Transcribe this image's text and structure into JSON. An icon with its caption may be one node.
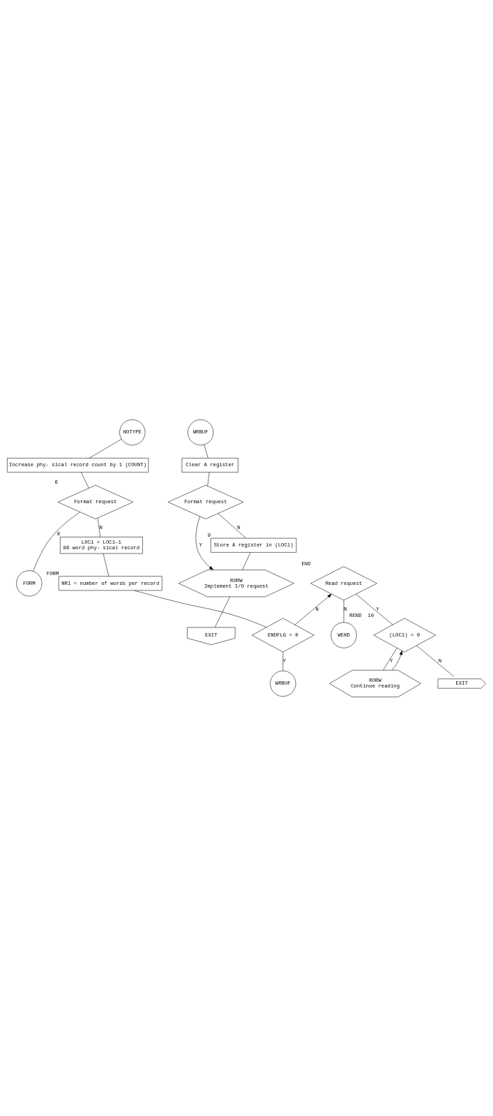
{
  "diagram": {
    "nodes": [
      {
        "text": [
          "NOTYPE"
        ]
      },
      {
        "text": [
          "Increase phy- sical record count by 1 (COUNT)"
        ]
      },
      {
        "text": [
          "Format request"
        ],
        "beside": [
          "6"
        ]
      },
      {
        "text": [
          "FORM"
        ]
      },
      {
        "text": [
          "LOC1 = LOC1-1",
          "86 word phy- sical record"
        ],
        "beside": [
          "8"
        ]
      },
      {
        "text": [
          "NR1 = number of words per record"
        ],
        "beside": [
          "FORM"
        ]
      },
      {
        "text": [
          "ENDFLG = 0"
        ]
      },
      {
        "text": [
          "WRBUF"
        ]
      },
      {
        "text": [
          "WRBUF"
        ]
      },
      {
        "text": [
          "Clear A register"
        ]
      },
      {
        "text": [
          "Format request"
        ]
      },
      {
        "text": [
          "Store A register in (LOC1)"
        ],
        "beside": [
          "9"
        ]
      },
      {
        "text": [
          "RORW",
          "Implement I/O request"
        ]
      },
      {
        "text": [
          "EXIT"
        ]
      },
      {
        "text": [
          "Read request"
        ],
        "beside": [
          "END"
        ]
      },
      {
        "text": [
          "WEND"
        ]
      },
      {
        "text": [
          "(LOC1) = 0"
        ],
        "beside": [
          "REND",
          "10"
        ]
      },
      {
        "text": [
          "EXIT"
        ]
      },
      {
        "text": [
          "RORW",
          "Continue reading"
        ]
      }
    ],
    "edges": [
      {
        "from": 0,
        "to": 1,
        "arrow": "none"
      },
      {
        "from": 1,
        "to": 2,
        "arrow": "none"
      },
      {
        "from": 2,
        "to": 3,
        "arrow": "none"
      },
      {
        "from": 2,
        "to": 4,
        "label": "N",
        "arrow": "none"
      },
      {
        "from": 4,
        "to": 5,
        "arrow": "none"
      },
      {
        "from": 5,
        "to": 6,
        "arrow": "none"
      },
      {
        "from": 6,
        "to": 7,
        "label": "Y",
        "arrow": "none"
      },
      {
        "from": 6,
        "to": 14,
        "label": "N",
        "arrow": "to"
      },
      {
        "from": 8,
        "to": 9,
        "arrow": "none"
      },
      {
        "from": 9,
        "to": 10,
        "arrow": "none"
      },
      {
        "from": 10,
        "to": 11,
        "label": "N",
        "arrow": "none"
      },
      {
        "from": 10,
        "to": 12,
        "label": "Y",
        "arrow": "to"
      },
      {
        "from": 11,
        "to": 12,
        "arrow": "none"
      },
      {
        "from": 12,
        "to": 13,
        "arrow": "none"
      },
      {
        "from": 14,
        "to": 15,
        "label": "N",
        "arrow": "none"
      },
      {
        "from": 14,
        "to": 16,
        "label": "Y",
        "arrow": "none"
      },
      {
        "from": 16,
        "to": 17,
        "label": "N",
        "arrow": "none"
      },
      {
        "from": 16,
        "to": 18,
        "label": "Y",
        "arrow": "none"
      },
      {
        "from": 18,
        "to": 16,
        "arrow": "to"
      }
    ]
  }
}
